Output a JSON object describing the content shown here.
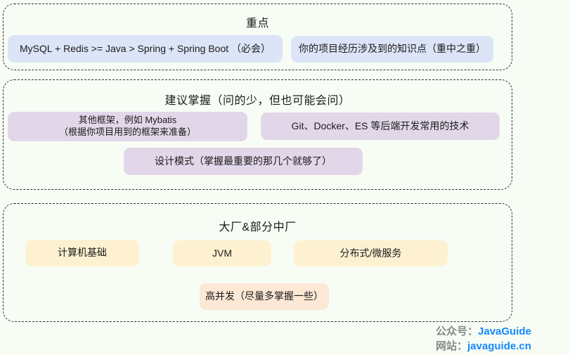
{
  "colors": {
    "background": "#f7fdf5",
    "border": "#2f2f2f",
    "blue_box": "#dce4f7",
    "purple_box": "#e2d7e9",
    "yellow_box": "#fdf1d1",
    "peach_box": "#fce8d5",
    "footer_link": "#1787fc"
  },
  "sections": [
    {
      "title": "重点",
      "boxes": [
        {
          "text": "MySQL + Redis >= Java > Spring + Spring Boot （必会）"
        },
        {
          "text": "你的项目经历涉及到的知识点（重中之重）"
        }
      ]
    },
    {
      "title": "建议掌握（问的少，但也可能会问）",
      "boxes": [
        {
          "line1": "其他框架，例如 Mybatis",
          "line2": "（根据你项目用到的框架来准备）"
        },
        {
          "text": "Git、Docker、ES 等后端开发常用的技术"
        },
        {
          "text": "设计模式（掌握最重要的那几个就够了）"
        }
      ]
    },
    {
      "title": "大厂&部分中厂",
      "boxes": [
        {
          "text": "计算机基础"
        },
        {
          "text": "JVM"
        },
        {
          "text": "分布式/微服务"
        },
        {
          "text": "高并发（尽量多掌握一些）"
        }
      ]
    }
  ],
  "footer": {
    "account_label": "公众号：",
    "account_value": "JavaGuide",
    "site_label": "网站：",
    "site_value": "javaguide.cn"
  }
}
